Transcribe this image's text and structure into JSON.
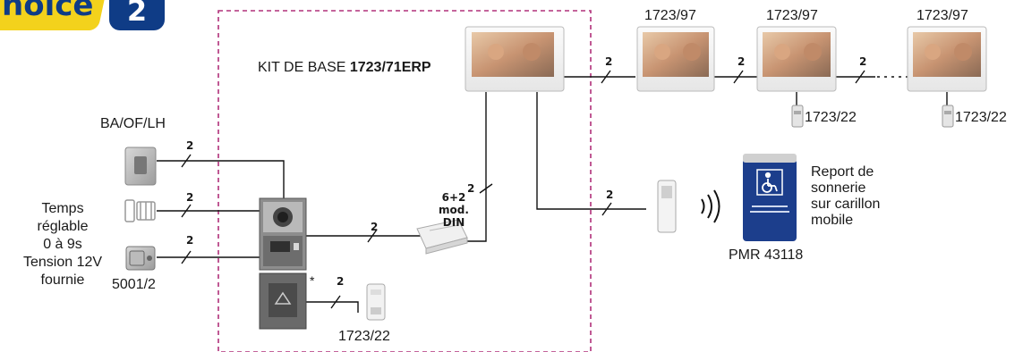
{
  "badge": {
    "text": "hoice",
    "number": "2"
  },
  "kit_label": {
    "prefix": "KIT DE BASE ",
    "model": "1723/71ERP"
  },
  "monitor_labels": [
    "1723/97",
    "1723/97",
    "1723/97"
  ],
  "relay_labels": [
    "1723/22",
    "1723/22",
    "1723/22"
  ],
  "button_label": "BA/OF/LH",
  "timer_lines": [
    "Temps",
    "réglable",
    "0 à 9s",
    "Tension 12V",
    "fournie"
  ],
  "lock_label": "5001/2",
  "din_label": {
    "line1": "6+2",
    "line2": "mod. DIN"
  },
  "report_lines": [
    "Report de",
    "sonnerie",
    "sur carillon",
    "mobile"
  ],
  "pmr_label": "PMR 43118",
  "wire_count": "2",
  "asterisk": "*",
  "colors": {
    "dashed_box": "#b0307a",
    "badge_yellow": "#f3d21c",
    "badge_blue": "#0f3c86",
    "pmr_blue": "#1c3e8c",
    "wire": "#111111"
  }
}
